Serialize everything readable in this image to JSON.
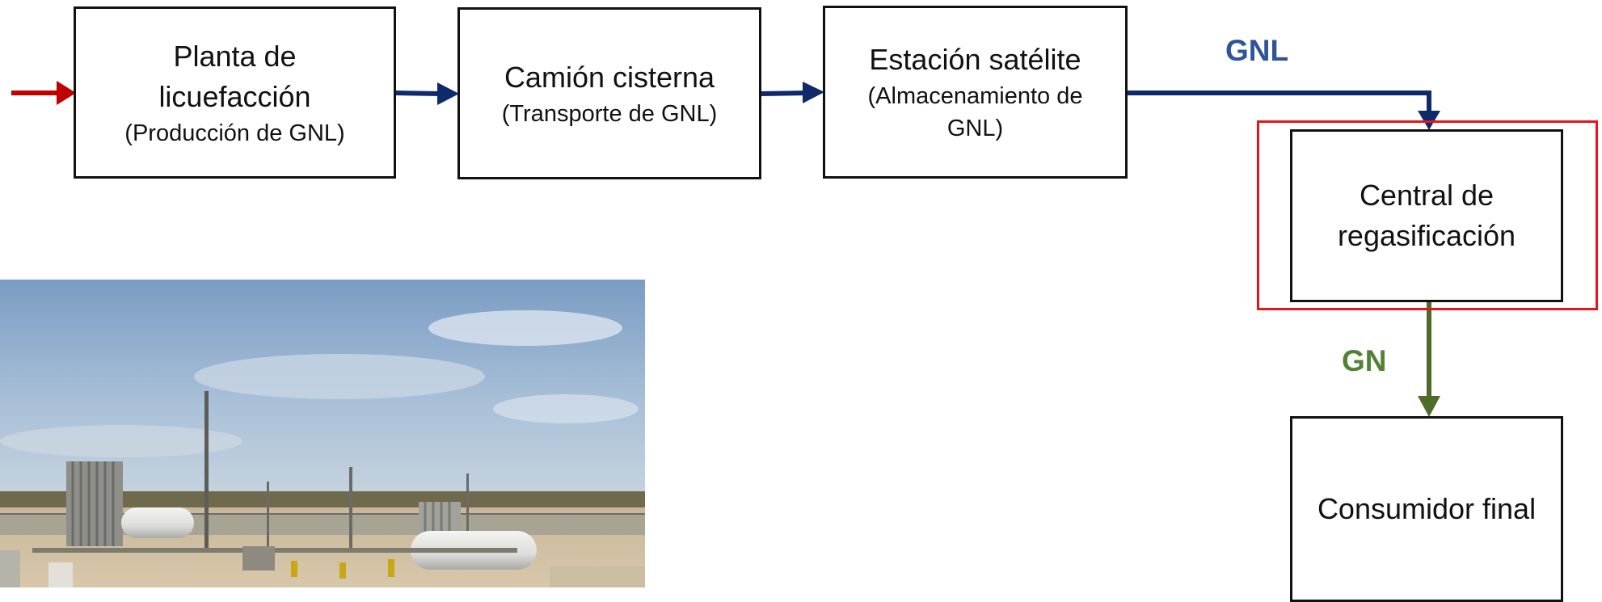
{
  "boxes": {
    "planta": {
      "title_line1": "Planta de",
      "title_line2": "licuefacción",
      "subtitle": "(Producción de GNL)"
    },
    "camion": {
      "title": "Camión cisterna",
      "subtitle": "(Transporte de GNL)"
    },
    "estacion": {
      "title": "Estación satélite",
      "subtitle_line1": "(Almacenamiento de",
      "subtitle_line2": "GNL)"
    },
    "central": {
      "title_line1": "Central de",
      "title_line2": "regasificación"
    },
    "consumidor": {
      "title": "Consumidor final"
    }
  },
  "flow_labels": {
    "gnl": "GNL",
    "gn": "GN"
  },
  "colors": {
    "input_arrow": "#c00000",
    "gnl_flow": "#0f2a6b",
    "gn_flow": "#4f6b2a",
    "gnl_label": "#2f5597",
    "gn_label": "#548235",
    "highlight": "#e8141b",
    "box_border": "#111111"
  },
  "photo": {
    "subject": "regasification plant with storage tanks and vaporizers"
  }
}
